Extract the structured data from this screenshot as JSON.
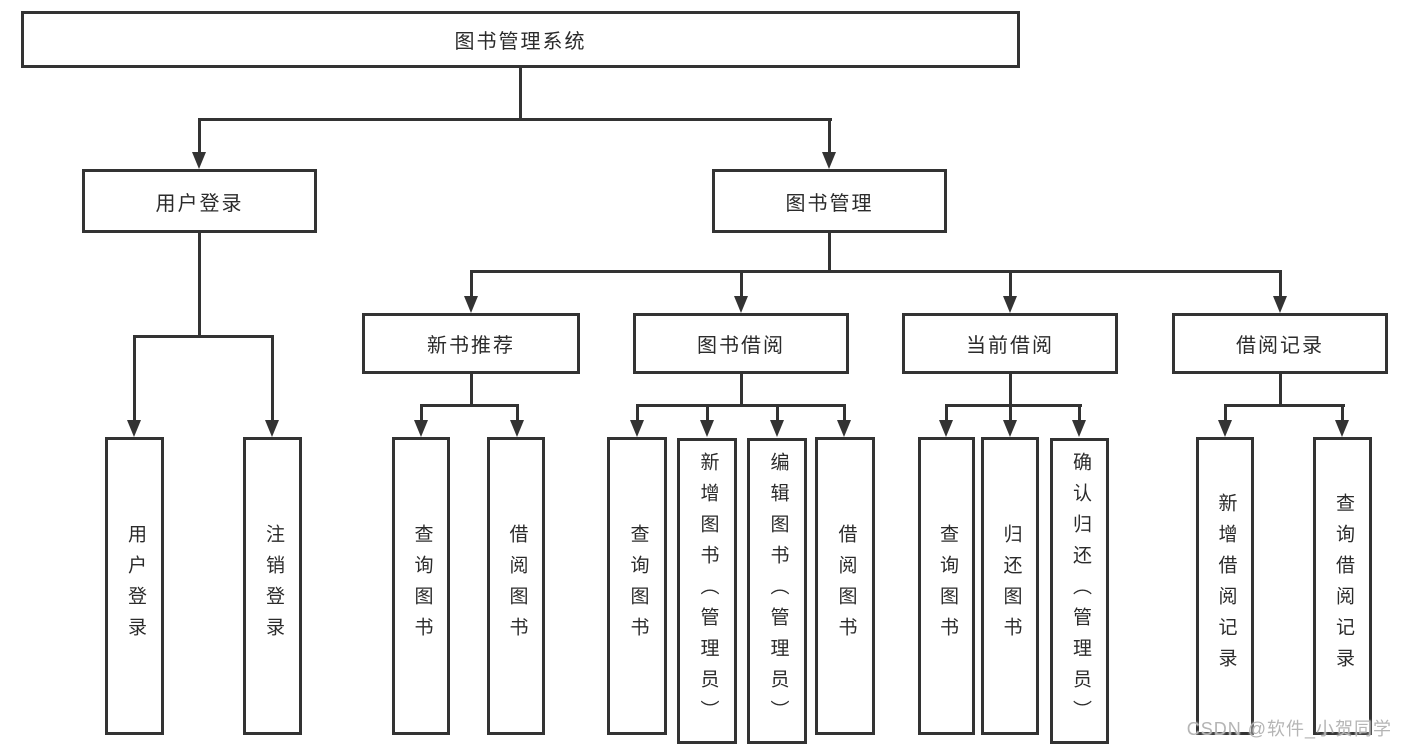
{
  "colors": {
    "line": "#333333",
    "box_border": "#333333",
    "text": "#2b2b2b",
    "background": "#ffffff",
    "watermark": "#b5b5b5"
  },
  "watermark": "CSDN @软件_小贺同学",
  "tree": {
    "root": {
      "label": "图书管理系统"
    },
    "level2": [
      {
        "label": "用户登录"
      },
      {
        "label": "图书管理"
      }
    ],
    "level3": [
      {
        "label": "新书推荐"
      },
      {
        "label": "图书借阅"
      },
      {
        "label": "当前借阅"
      },
      {
        "label": "借阅记录"
      }
    ],
    "leaves": {
      "user_login": [
        {
          "label": "用户登录"
        },
        {
          "label": "注销登录"
        }
      ],
      "new_book": [
        {
          "label": "查询图书"
        },
        {
          "label": "借阅图书"
        }
      ],
      "borrow": [
        {
          "label": "查询图书"
        },
        {
          "label": "新增图书（管理员）"
        },
        {
          "label": "编辑图书（管理员）"
        },
        {
          "label": "借阅图书"
        }
      ],
      "current": [
        {
          "label": "查询图书"
        },
        {
          "label": "归还图书"
        },
        {
          "label": "确认归还（管理员）"
        }
      ],
      "records": [
        {
          "label": "新增借阅记录"
        },
        {
          "label": "查询借阅记录"
        }
      ]
    }
  }
}
